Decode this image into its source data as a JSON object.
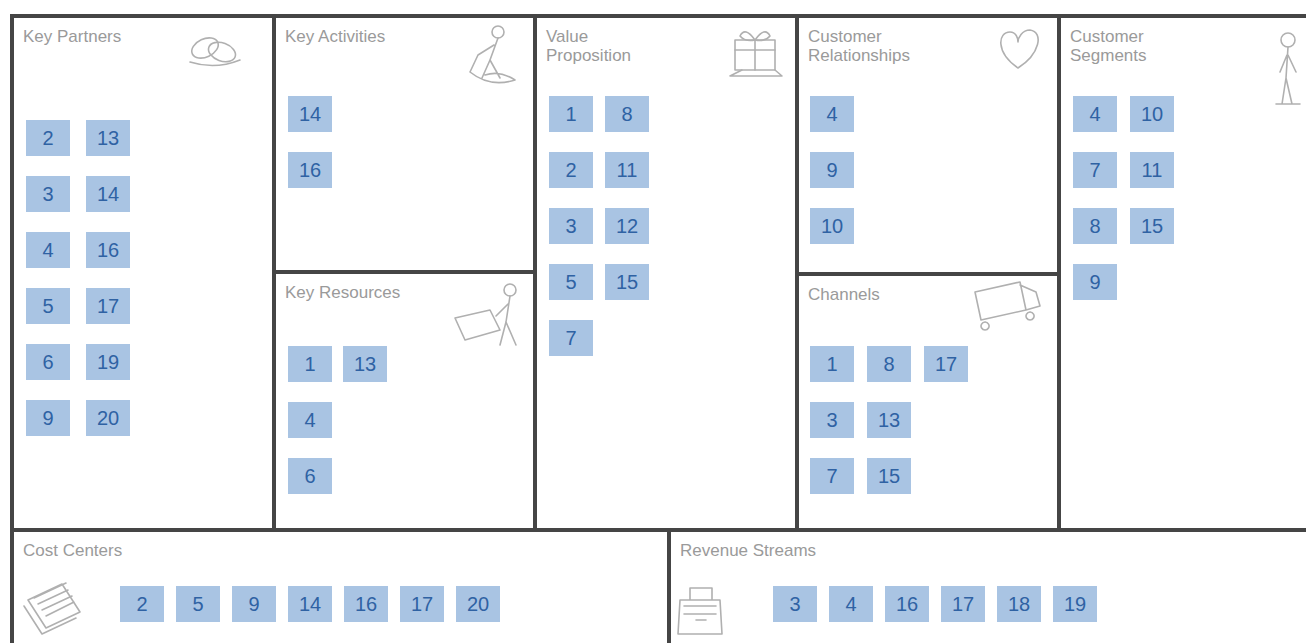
{
  "diagram": {
    "nodes": [
      {
        "text": [
          "Key Partners"
        ]
      },
      {
        "text": [
          "2"
        ],
        "in": 0
      },
      {
        "text": [
          "13"
        ],
        "in": 0
      },
      {
        "text": [
          "3"
        ],
        "in": 0
      },
      {
        "text": [
          "14"
        ],
        "in": 0
      },
      {
        "text": [
          "4"
        ],
        "in": 0
      },
      {
        "text": [
          "16"
        ],
        "in": 0
      },
      {
        "text": [
          "5"
        ],
        "in": 0
      },
      {
        "text": [
          "17"
        ],
        "in": 0
      },
      {
        "text": [
          "6"
        ],
        "in": 0
      },
      {
        "text": [
          "19"
        ],
        "in": 0
      },
      {
        "text": [
          "9"
        ],
        "in": 0
      },
      {
        "text": [
          "20"
        ],
        "in": 0
      },
      {
        "text": [
          "Key Activities"
        ]
      },
      {
        "text": [
          "14"
        ],
        "in": 13
      },
      {
        "text": [
          "16"
        ],
        "in": 13
      },
      {
        "text": [
          "Key Resources"
        ]
      },
      {
        "text": [
          "1"
        ],
        "in": 16
      },
      {
        "text": [
          "13"
        ],
        "in": 16
      },
      {
        "text": [
          "4"
        ],
        "in": 16
      },
      {
        "text": [
          "6"
        ],
        "in": 16
      },
      {
        "text": [
          "Value Proposition"
        ]
      },
      {
        "text": [
          "1"
        ],
        "in": 21
      },
      {
        "text": [
          "8"
        ],
        "in": 21
      },
      {
        "text": [
          "2"
        ],
        "in": 21
      },
      {
        "text": [
          "11"
        ],
        "in": 21
      },
      {
        "text": [
          "3"
        ],
        "in": 21
      },
      {
        "text": [
          "12"
        ],
        "in": 21
      },
      {
        "text": [
          "5"
        ],
        "in": 21
      },
      {
        "text": [
          "15"
        ],
        "in": 21
      },
      {
        "text": [
          "7"
        ],
        "in": 21
      },
      {
        "text": [
          "Customer Relationships"
        ]
      },
      {
        "text": [
          "4"
        ],
        "in": 31
      },
      {
        "text": [
          "9"
        ],
        "in": 31
      },
      {
        "text": [
          "10"
        ],
        "in": 31
      },
      {
        "text": [
          "Channels"
        ]
      },
      {
        "text": [
          "1"
        ],
        "in": 35
      },
      {
        "text": [
          "8"
        ],
        "in": 35
      },
      {
        "text": [
          "17"
        ],
        "in": 35
      },
      {
        "text": [
          "3"
        ],
        "in": 35
      },
      {
        "text": [
          "13"
        ],
        "in": 35
      },
      {
        "text": [
          "7"
        ],
        "in": 35
      },
      {
        "text": [
          "15"
        ],
        "in": 35
      },
      {
        "text": [
          "Customer Segments"
        ]
      },
      {
        "text": [
          "4"
        ],
        "in": 43
      },
      {
        "text": [
          "10"
        ],
        "in": 43
      },
      {
        "text": [
          "7"
        ],
        "in": 43
      },
      {
        "text": [
          "11"
        ],
        "in": 43
      },
      {
        "text": [
          "8"
        ],
        "in": 43
      },
      {
        "text": [
          "15"
        ],
        "in": 43
      },
      {
        "text": [
          "9"
        ],
        "in": 43
      },
      {
        "text": [
          "Cost Centers"
        ]
      },
      {
        "text": [
          "2"
        ],
        "in": 51
      },
      {
        "text": [
          "5"
        ],
        "in": 51
      },
      {
        "text": [
          "9"
        ],
        "in": 51
      },
      {
        "text": [
          "14"
        ],
        "in": 51
      },
      {
        "text": [
          "16"
        ],
        "in": 51
      },
      {
        "text": [
          "17"
        ],
        "in": 51
      },
      {
        "text": [
          "20"
        ],
        "in": 51
      },
      {
        "text": [
          "Revenue Streams"
        ]
      },
      {
        "text": [
          "3"
        ],
        "in": 59
      },
      {
        "text": [
          "4"
        ],
        "in": 59
      },
      {
        "text": [
          "16"
        ],
        "in": 59
      },
      {
        "text": [
          "17"
        ],
        "in": 59
      },
      {
        "text": [
          "18"
        ],
        "in": 59
      },
      {
        "text": [
          "19"
        ],
        "in": 59
      }
    ]
  }
}
